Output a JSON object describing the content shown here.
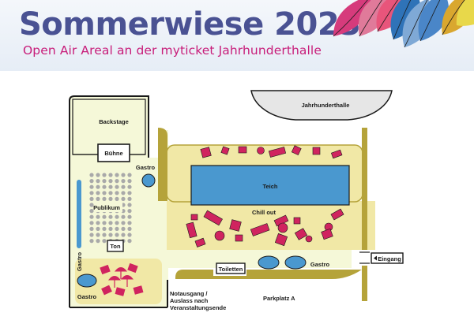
{
  "header": {
    "title": "Sommerwiese 2023",
    "subtitle": "Open Air Areal an der myticket Jahrhunderthalle"
  },
  "map": {
    "labels": {
      "jahrhunderthalle": "Jahrhunderthalle",
      "backstage": "Backstage",
      "buehne": "Bühne",
      "gastro_stage": "Gastro",
      "teich": "Teich",
      "chill_out": "Chill out",
      "publikum": "Publikum",
      "ton": "Ton",
      "gastro_side": "Gastro",
      "gastro_corner": "Gastro",
      "toiletten": "Toiletten",
      "gastro_south": "Gastro",
      "eingang": "Eingang",
      "notausgang_1": "Notausgang /",
      "notausgang_2": "Auslass nach",
      "notausgang_3": "Veranstaltungsende",
      "parkplatz": "Parkplatz A"
    },
    "colors": {
      "grass": "#f5f8d8",
      "sand": "#f1e8a6",
      "fence": "#b5a33a",
      "water": "#4a98cf",
      "furniture": "#d0245f",
      "outline": "#1a1a1a",
      "seating": "#a9a9a9",
      "petals": [
        "#d9a72f",
        "#d63b7c",
        "#7fa9d6",
        "#2f73b8",
        "#e8d84a",
        "#e8557b"
      ]
    }
  }
}
